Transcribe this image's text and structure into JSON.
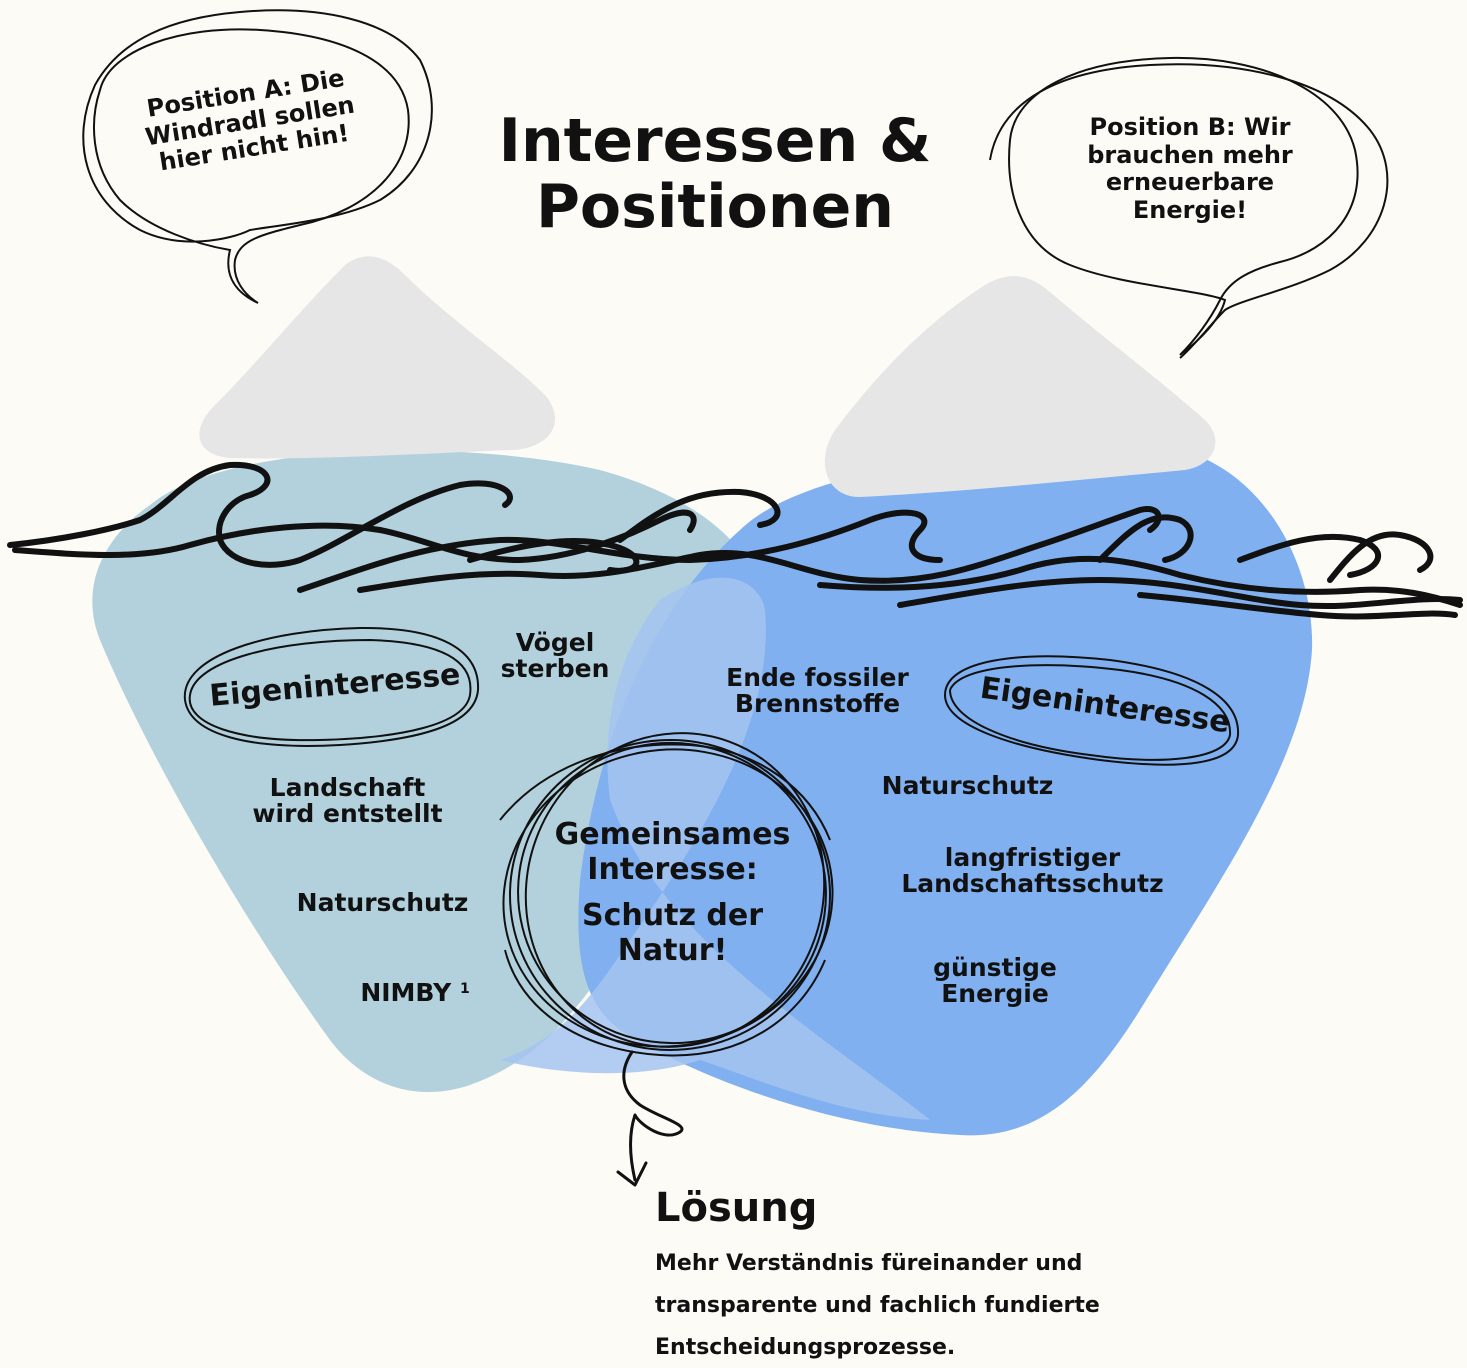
{
  "title": {
    "line1": "Interessen &",
    "line2": "Positionen"
  },
  "position_a": {
    "line1": "Position A: Die",
    "line2": "Windradl sollen",
    "line3": "hier nicht hin!"
  },
  "position_b": {
    "line1": "Position B: Wir",
    "line2": "brauchen mehr",
    "line3": "erneuerbare",
    "line4": "Energie!"
  },
  "left_iceberg": {
    "self_interest": "Eigeninteresse",
    "birds": {
      "line1": "Vögel",
      "line2": "sterben"
    },
    "landscape": {
      "line1": "Landschaft",
      "line2": "wird entstellt"
    },
    "nature": "Naturschutz",
    "nimby": "NIMBY",
    "nimby_footnote": "1"
  },
  "right_iceberg": {
    "self_interest": "Eigeninteresse",
    "fossil": {
      "line1": "Ende fossiler",
      "line2": "Brennstoffe"
    },
    "nature": "Naturschutz",
    "longterm": {
      "line1": "langfristiger",
      "line2": "Landschaftsschutz"
    },
    "cheap": {
      "line1": "günstige",
      "line2": "Energie"
    }
  },
  "common": {
    "line1": "Gemeinsames",
    "line2": "Interesse:",
    "line3": "Schutz der",
    "line4": "Natur!"
  },
  "solution": {
    "heading": "Lösung",
    "text": "Mehr Verständnis füreinander und transparente und fachlich fundierte Entscheidungsprozesse."
  },
  "colors": {
    "left_water": "#b2d1dc",
    "right_water": "#80b0ef",
    "overlap": "#a4c4f0",
    "ice": "#e6e6e6",
    "ink": "#111111",
    "background": "#fdfbf6"
  }
}
